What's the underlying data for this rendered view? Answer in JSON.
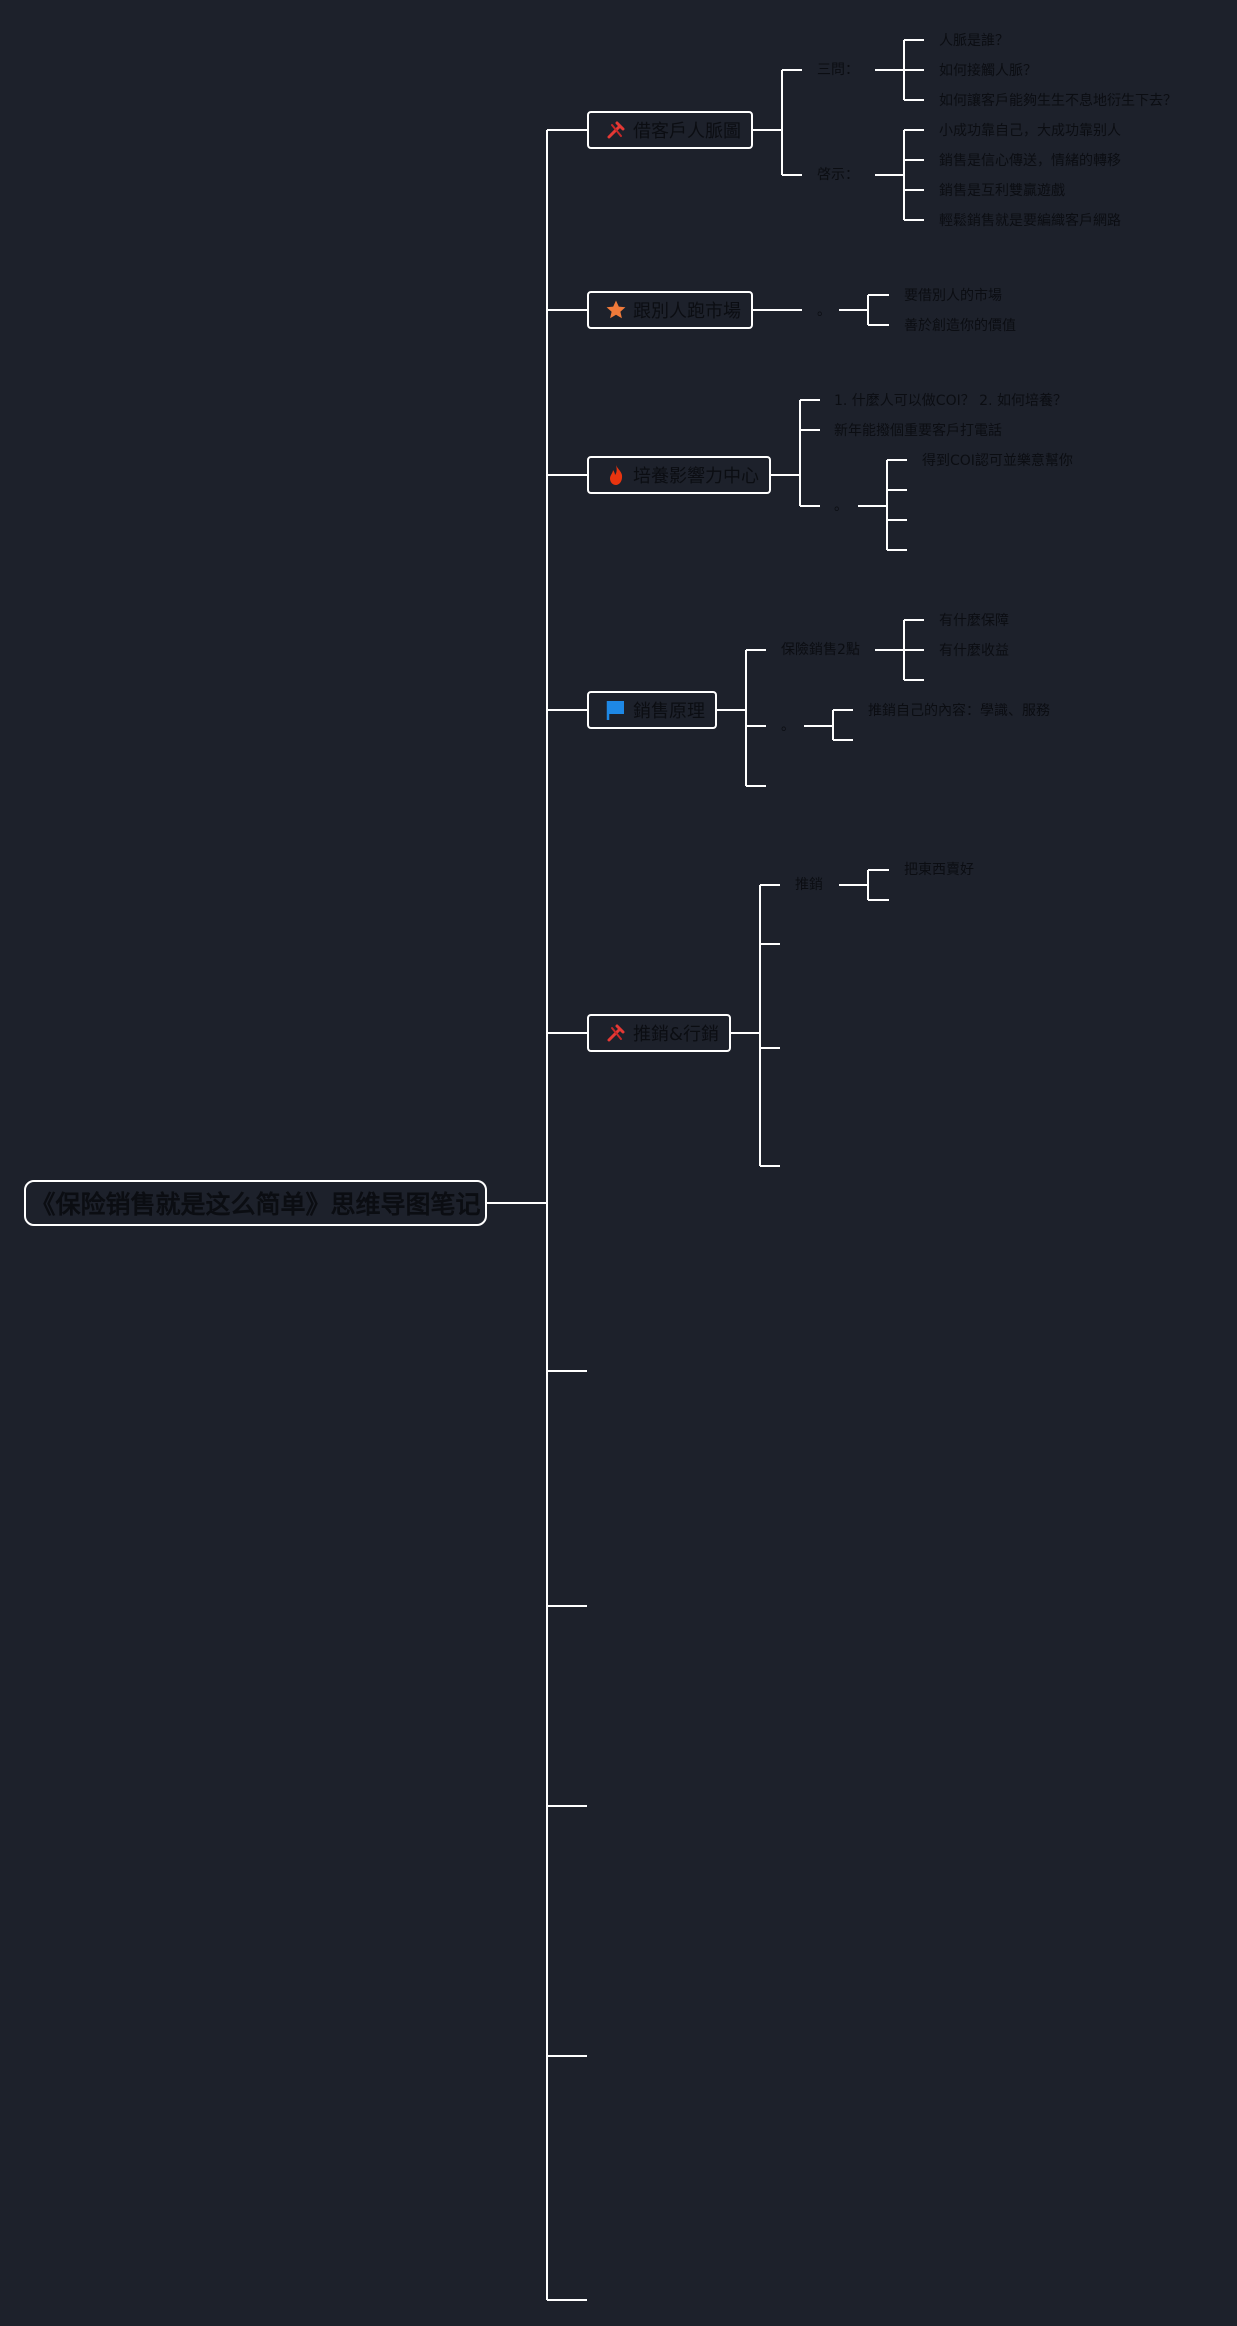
{
  "root": {
    "title": "《保险销售就是这么简单》思维导图笔记"
  },
  "branches": [
    {
      "label": "借客戶人脈圖",
      "icon": "tools-icon",
      "groups": [
        {
          "label": "三問：",
          "items": [
            "人脈是誰？",
            "如何接觸人脈？",
            "如何讓客戶能夠生生不息地衍生下去？"
          ]
        },
        {
          "label": "啓示：",
          "items": [
            "小成功靠自己，大成功靠别人",
            "銷售是信心傳送，情緒的轉移",
            "銷售是互利雙贏遊戲",
            "輕鬆銷售就是要編織客戶網路"
          ]
        }
      ]
    },
    {
      "label": "跟別人跑市場",
      "icon": "star-icon",
      "groups": [
        {
          "label": "。",
          "items": [
            "要借別人的市場",
            "善於創造你的價值"
          ]
        }
      ]
    },
    {
      "label": "培養影響力中心",
      "icon": "fire-icon",
      "items": [
        "1. 什麼人可以做COI？ 2. 如何培養？",
        "新年能撥個重要客戶打電話"
      ],
      "groups": [
        {
          "label": "。",
          "items": [
            "得到COI認可並樂意幫你",
            "",
            "",
            ""
          ]
        }
      ]
    },
    {
      "label": "銷售原理",
      "icon": "flag-icon",
      "groups": [
        {
          "label": "保險銷售2點",
          "items": [
            "有什麼保障",
            "有什麼收益",
            ""
          ]
        },
        {
          "label": "。",
          "items": [
            "推銷自己的內容：學識、服務",
            ""
          ]
        },
        {
          "label": "",
          "items": []
        }
      ]
    },
    {
      "label": "推銷&行銷",
      "icon": "tools-icon",
      "groups": [
        {
          "label": "推銷",
          "items": [
            "把東西賣好",
            ""
          ]
        },
        {
          "label": "",
          "items": []
        },
        {
          "label": "",
          "items": []
        },
        {
          "label": "",
          "items": []
        }
      ]
    }
  ],
  "empty_branches": 5,
  "colors": {
    "background": "#1d212b",
    "line": "#ffffff",
    "text": "#0b0d12",
    "tools": "#e53935",
    "star": "#f07a3a",
    "fire": "#e8340f",
    "flag": "#1e88e5"
  }
}
